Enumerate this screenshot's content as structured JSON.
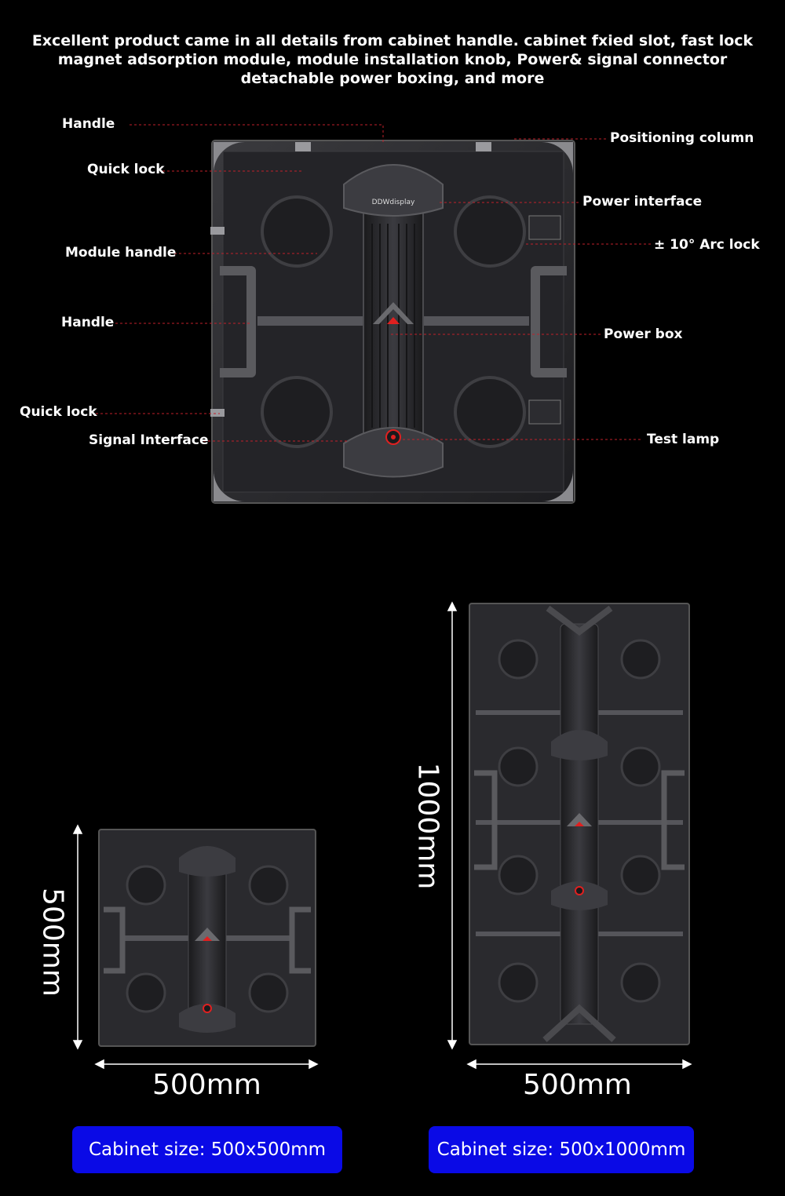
{
  "intro": {
    "line1": "Excellent product came in all details from cabinet handle. cabinet fxied slot, fast lock",
    "line2": "magnet adsorption module, module installation knob, Power& signal connector",
    "line3": "detachable power boxing, and more"
  },
  "callouts": {
    "handle_top": "Handle",
    "quick_lock_top": "Quick lock",
    "module_handle": "Module handle",
    "handle_side": "Handle",
    "quick_lock_bottom": "Quick lock",
    "signal_interface": "Signal Interface",
    "positioning_column": "Positioning column",
    "power_interface": "Power interface",
    "arc_lock": "± 10° Arc lock",
    "power_box": "Power box",
    "test_lamp": "Test lamp"
  },
  "cabinet_brand": "DDWdisplay",
  "small_cabinet": {
    "height_label": "500mm",
    "width_label": "500mm",
    "size_badge": "Cabinet size: 500x500mm"
  },
  "large_cabinet": {
    "height_label": "1000mm",
    "width_label": "500mm",
    "size_badge": "Cabinet size: 500x1000mm"
  },
  "colors": {
    "background": "#000000",
    "callout_line": "#c0202a",
    "badge": "#0a0ae6",
    "accent_red": "#e02020"
  }
}
